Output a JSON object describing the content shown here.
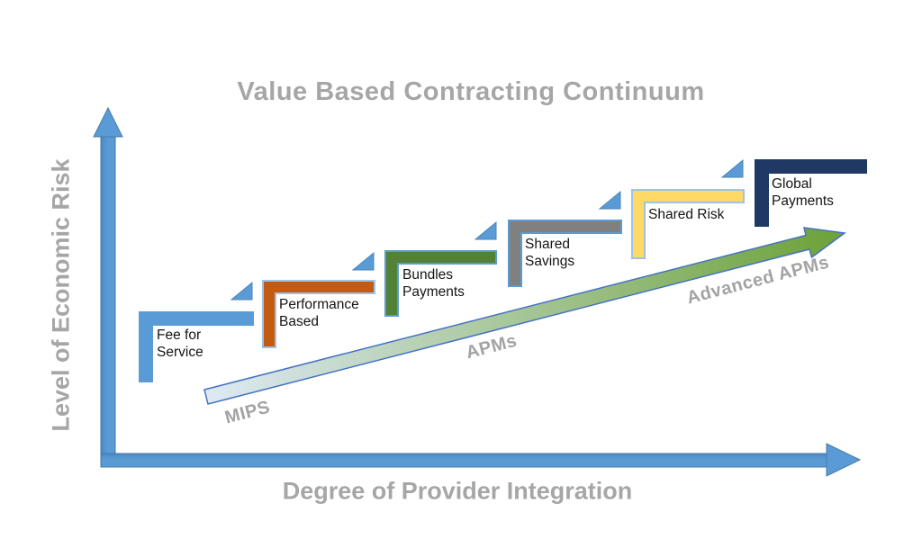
{
  "title": "Value Based Contracting Continuum",
  "axes": {
    "x_label": "Degree of Provider Integration",
    "y_label": "Level of Economic Risk",
    "color": "#5B9BD5",
    "edge_color": "#4379AC"
  },
  "steps": [
    {
      "id": "fee-for-service",
      "line1": "Fee for",
      "line2": "Service",
      "fill": "#5B9BD5",
      "stroke": "#5B9BD5"
    },
    {
      "id": "performance-based",
      "line1": "Performance",
      "line2": "Based",
      "fill": "#C55A11",
      "stroke": "#9DC3E6"
    },
    {
      "id": "bundles-payments",
      "line1": "Bundles",
      "line2": "Payments",
      "fill": "#538135",
      "stroke": "#5B9BD5"
    },
    {
      "id": "shared-savings",
      "line1": "Shared",
      "line2": "Savings",
      "fill": "#808080",
      "stroke": "#5B9BD5"
    },
    {
      "id": "shared-risk",
      "line1": "Shared Risk",
      "line2": "",
      "fill": "#FFD966",
      "stroke": "#9DC3E6"
    },
    {
      "id": "global-payments",
      "line1": "Global",
      "line2": "Payments",
      "fill": "#1F3864",
      "stroke": "#1F3864"
    }
  ],
  "triangles": {
    "fill": "#5B9BD5",
    "stroke": "#4A84B8"
  },
  "continuum_arrow": {
    "labels": {
      "start": "MIPS",
      "middle": "APMs",
      "end": "Advanced APMs"
    },
    "gradient_start": "#DEE9F4",
    "gradient_end": "#6FA33C",
    "outline": "#4472C4"
  },
  "text_colors": {
    "muted_gray": "#A6A6A6",
    "step_text": "#141414"
  }
}
